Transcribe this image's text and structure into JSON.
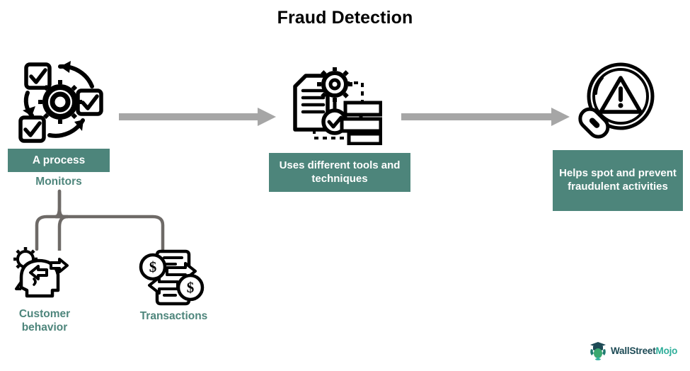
{
  "title": "Fraud Detection",
  "colors": {
    "teal": "#4d857b",
    "arrow_gray": "#a6a6a6",
    "brace_gray": "#6e6a67",
    "icon_black": "#000000",
    "logo_dark": "#1d4a55",
    "logo_accent": "#2fae9a"
  },
  "steps": [
    {
      "id": "step-1",
      "icon_name": "process-cycle-gear-checkbox-icon",
      "box_label": "A process",
      "sub_label": "Monitors"
    },
    {
      "id": "step-2",
      "icon_name": "document-gear-checklist-icon",
      "box_label": "Uses different tools and techniques"
    },
    {
      "id": "step-3",
      "icon_name": "magnifier-warning-icon",
      "box_label": "Helps spot and prevent fraudulent activities"
    }
  ],
  "connectors": [
    {
      "name": "arrow-step1-to-step2",
      "icon_name": "right-arrow-icon"
    },
    {
      "name": "arrow-step2-to-step3",
      "icon_name": "right-arrow-icon"
    },
    {
      "name": "brace-monitors-split",
      "icon_name": "curly-brace-icon"
    }
  ],
  "monitored_items": [
    {
      "id": "monitored-customer-behavior",
      "icon_name": "head-gear-exchange-icon",
      "label": "Customer behavior"
    },
    {
      "id": "monitored-transactions",
      "icon_name": "money-transfer-document-icon",
      "label": "Transactions"
    }
  ],
  "logo": {
    "icon_name": "wallstreetmojo-bull-graduate-icon",
    "word_1": "WallStreet",
    "word_2": "Mojo"
  }
}
